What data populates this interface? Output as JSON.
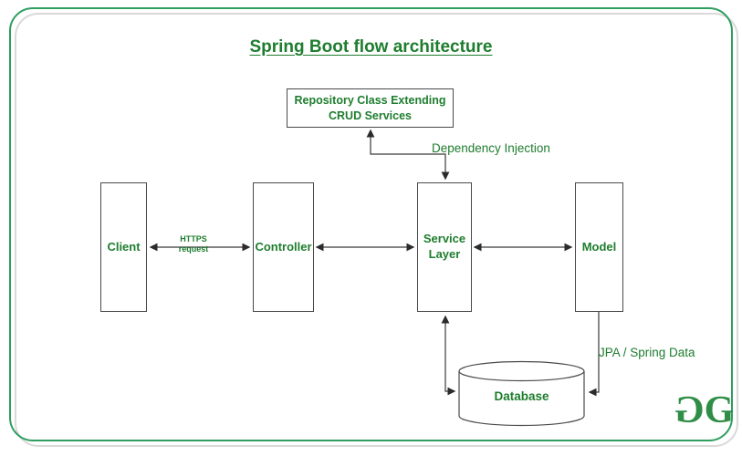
{
  "title": "Spring Boot flow architecture",
  "nodes": {
    "repository": {
      "line1": "Repository Class Extending",
      "line2": "CRUD Services"
    },
    "client": {
      "label": "Client"
    },
    "controller": {
      "label": "Controller"
    },
    "service": {
      "line1": "Service",
      "line2": "Layer"
    },
    "model": {
      "label": "Model"
    },
    "database": {
      "label": "Database"
    }
  },
  "edge_labels": {
    "https_line1": "HTTPS",
    "https_line2": "request",
    "dependency_injection": "Dependency Injection",
    "jpa_spring_data": "JPA / Spring Data"
  },
  "logo": {
    "g_mirrored": "G",
    "g": "G"
  },
  "colors": {
    "text_green": "#1e7d2e",
    "frame_green": "#2f9e5f",
    "logo_green": "#2f8d46",
    "line_gray": "#3a3a3a",
    "box_border_gray": "#4a4a4a",
    "shadow_gray": "#d9d9d9"
  }
}
